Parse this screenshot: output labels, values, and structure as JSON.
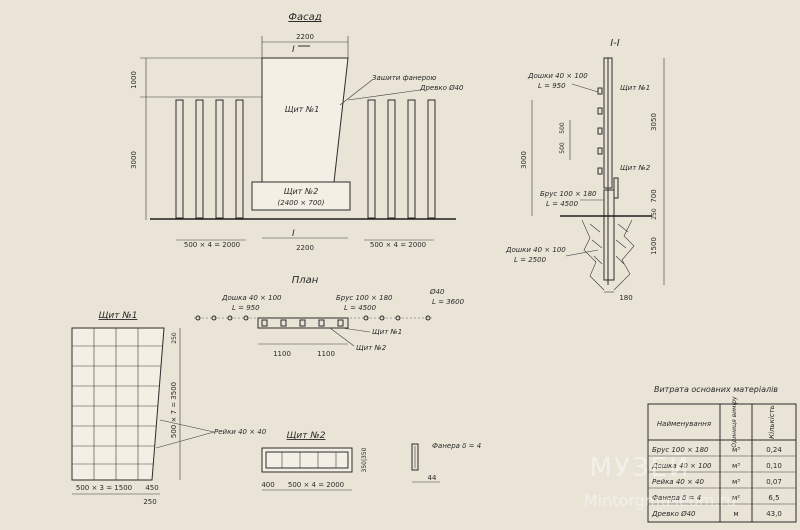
{
  "views": {
    "facade_title": "Фасад",
    "section_title": "I-I",
    "plan_title": "План",
    "shield1_title": "Щит №1",
    "shield2_title": "Щит №2"
  },
  "facade": {
    "dim_top": "2200",
    "dim_bottom_mid": "2200",
    "dim_left_span": "500 × 4 = 2000",
    "dim_right_span": "500 × 4 = 2000",
    "dim_vert_upper": "1000",
    "dim_vert_lower": "3000",
    "label_plywood": "Зашити фанерою",
    "label_pole": "Древко Ø40",
    "label_shield1": "Щит №1",
    "label_shield2": "Щит №2",
    "label_shield2_size": "(2400 × 700)",
    "section_mark": "I"
  },
  "section": {
    "label_boards_top": "Дошки 40 × 100",
    "label_boards_top_len": "L = 950",
    "label_shield1": "Щит №1",
    "label_shield2": "Щит №2",
    "label_beam": "Брус 100 × 180",
    "label_beam_len": "L = 4500",
    "label_boards_bottom": "Дошки 40 × 100",
    "label_boards_bottom_len": "L = 2500",
    "dim_3050": "3050",
    "dim_500a": "500",
    "dim_500b": "500",
    "dim_3000": "3000",
    "dim_700": "700",
    "dim_250": "250",
    "dim_1500": "1500",
    "dim_180": "180"
  },
  "plan": {
    "label_boards": "Дошка 40 × 100",
    "label_boards_len": "L = 950",
    "label_beam": "Брус 100 × 180",
    "label_beam_len": "L = 4500",
    "label_pole": "Ø40",
    "label_pole_len": "L = 3600",
    "label_shield1": "Щит №1",
    "label_shield2": "Щит №2",
    "dim_left": "1100",
    "dim_right": "1100"
  },
  "shield1": {
    "dim_250_top": "250",
    "dim_rail_spacing": "500 × 7 = 3500",
    "label_rails": "Рейки 40 × 40",
    "dim_bottom": "500 × 3 = 1500",
    "dim_450": "450",
    "dim_250_bottom": "250"
  },
  "shield2": {
    "dim_400": "400",
    "dim_span": "500 × 4 = 2000",
    "dim_height": "350|350"
  },
  "plywood_detail": {
    "label": "Фанера δ = 4",
    "dim": "44"
  },
  "materials": {
    "title": "Витрата основних матеріалів",
    "headers": [
      "Найменування",
      "Одиниця виміру",
      "Кількість"
    ],
    "rows": [
      [
        "Брус 100 × 180",
        "м³",
        "0,24"
      ],
      [
        "Дошка 40 × 100",
        "м³",
        "0,10"
      ],
      [
        "Рейка 40 × 40",
        "м³",
        "0,07"
      ],
      [
        "Фанера δ = 4",
        "м²",
        "6,5"
      ],
      [
        "Древко Ø40",
        "м",
        "43,0"
      ]
    ]
  },
  "watermark": {
    "line1": "МУЗЕЙ",
    "line2": "Mintorgmuseum.ru"
  }
}
